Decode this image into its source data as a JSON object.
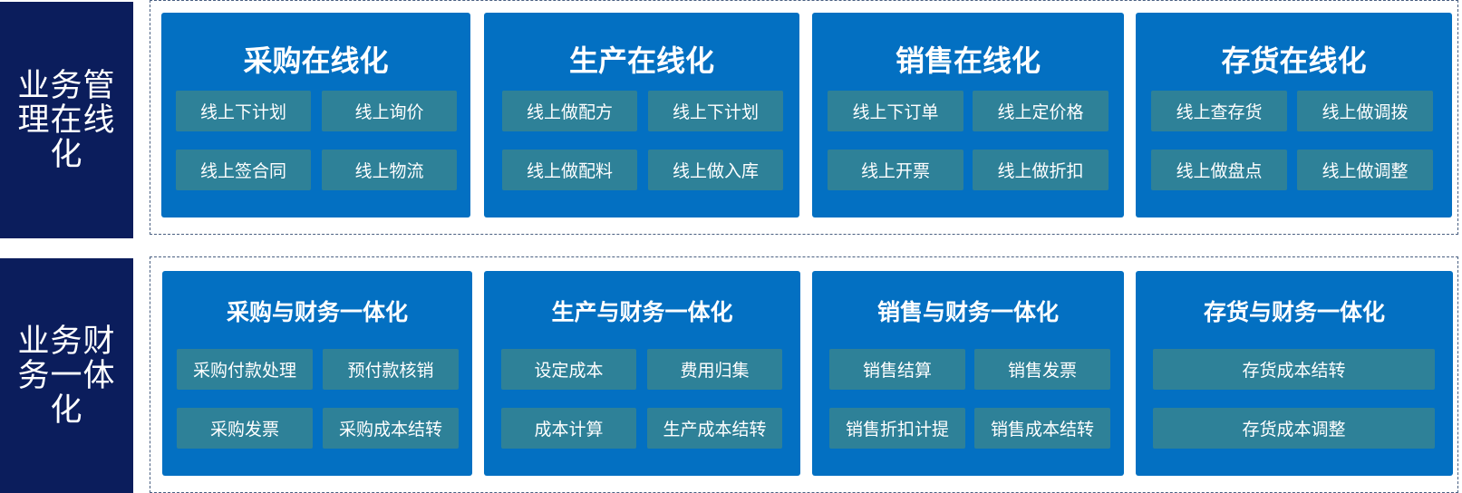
{
  "rows": [
    {
      "label": "业务管理在线化",
      "cards": [
        {
          "title": "采购在线化",
          "tiles": [
            "线上下计划",
            "线上询价",
            "线上签合同",
            "线上物流"
          ]
        },
        {
          "title": "生产在线化",
          "tiles": [
            "线上做配方",
            "线上下计划",
            "线上做配料",
            "线上做入库"
          ]
        },
        {
          "title": "销售在线化",
          "tiles": [
            "线上下订单",
            "线上定价格",
            "线上开票",
            "线上做折扣"
          ]
        },
        {
          "title": "存货在线化",
          "tiles": [
            "线上查存货",
            "线上做调拨",
            "线上做盘点",
            "线上做调整"
          ]
        }
      ]
    },
    {
      "label": "业务财务一体化",
      "cards": [
        {
          "title": "采购与财务一体化",
          "tiles": [
            "采购付款处理",
            "预付款核销",
            "采购发票",
            "采购成本结转"
          ]
        },
        {
          "title": "生产与财务一体化",
          "tiles": [
            "设定成本",
            "费用归集",
            "成本计算",
            "生产成本结转"
          ]
        },
        {
          "title": "销售与财务一体化",
          "tiles": [
            "销售结算",
            "销售发票",
            "销售折扣计提",
            "销售成本结转"
          ]
        },
        {
          "title": "存货与财务一体化",
          "tiles": [
            "存货成本结转",
            "存货成本调整"
          ]
        }
      ]
    }
  ],
  "colors": {
    "sidebar": "#0b1d5c",
    "card": "#0370c2",
    "tile": "#2e8198"
  }
}
